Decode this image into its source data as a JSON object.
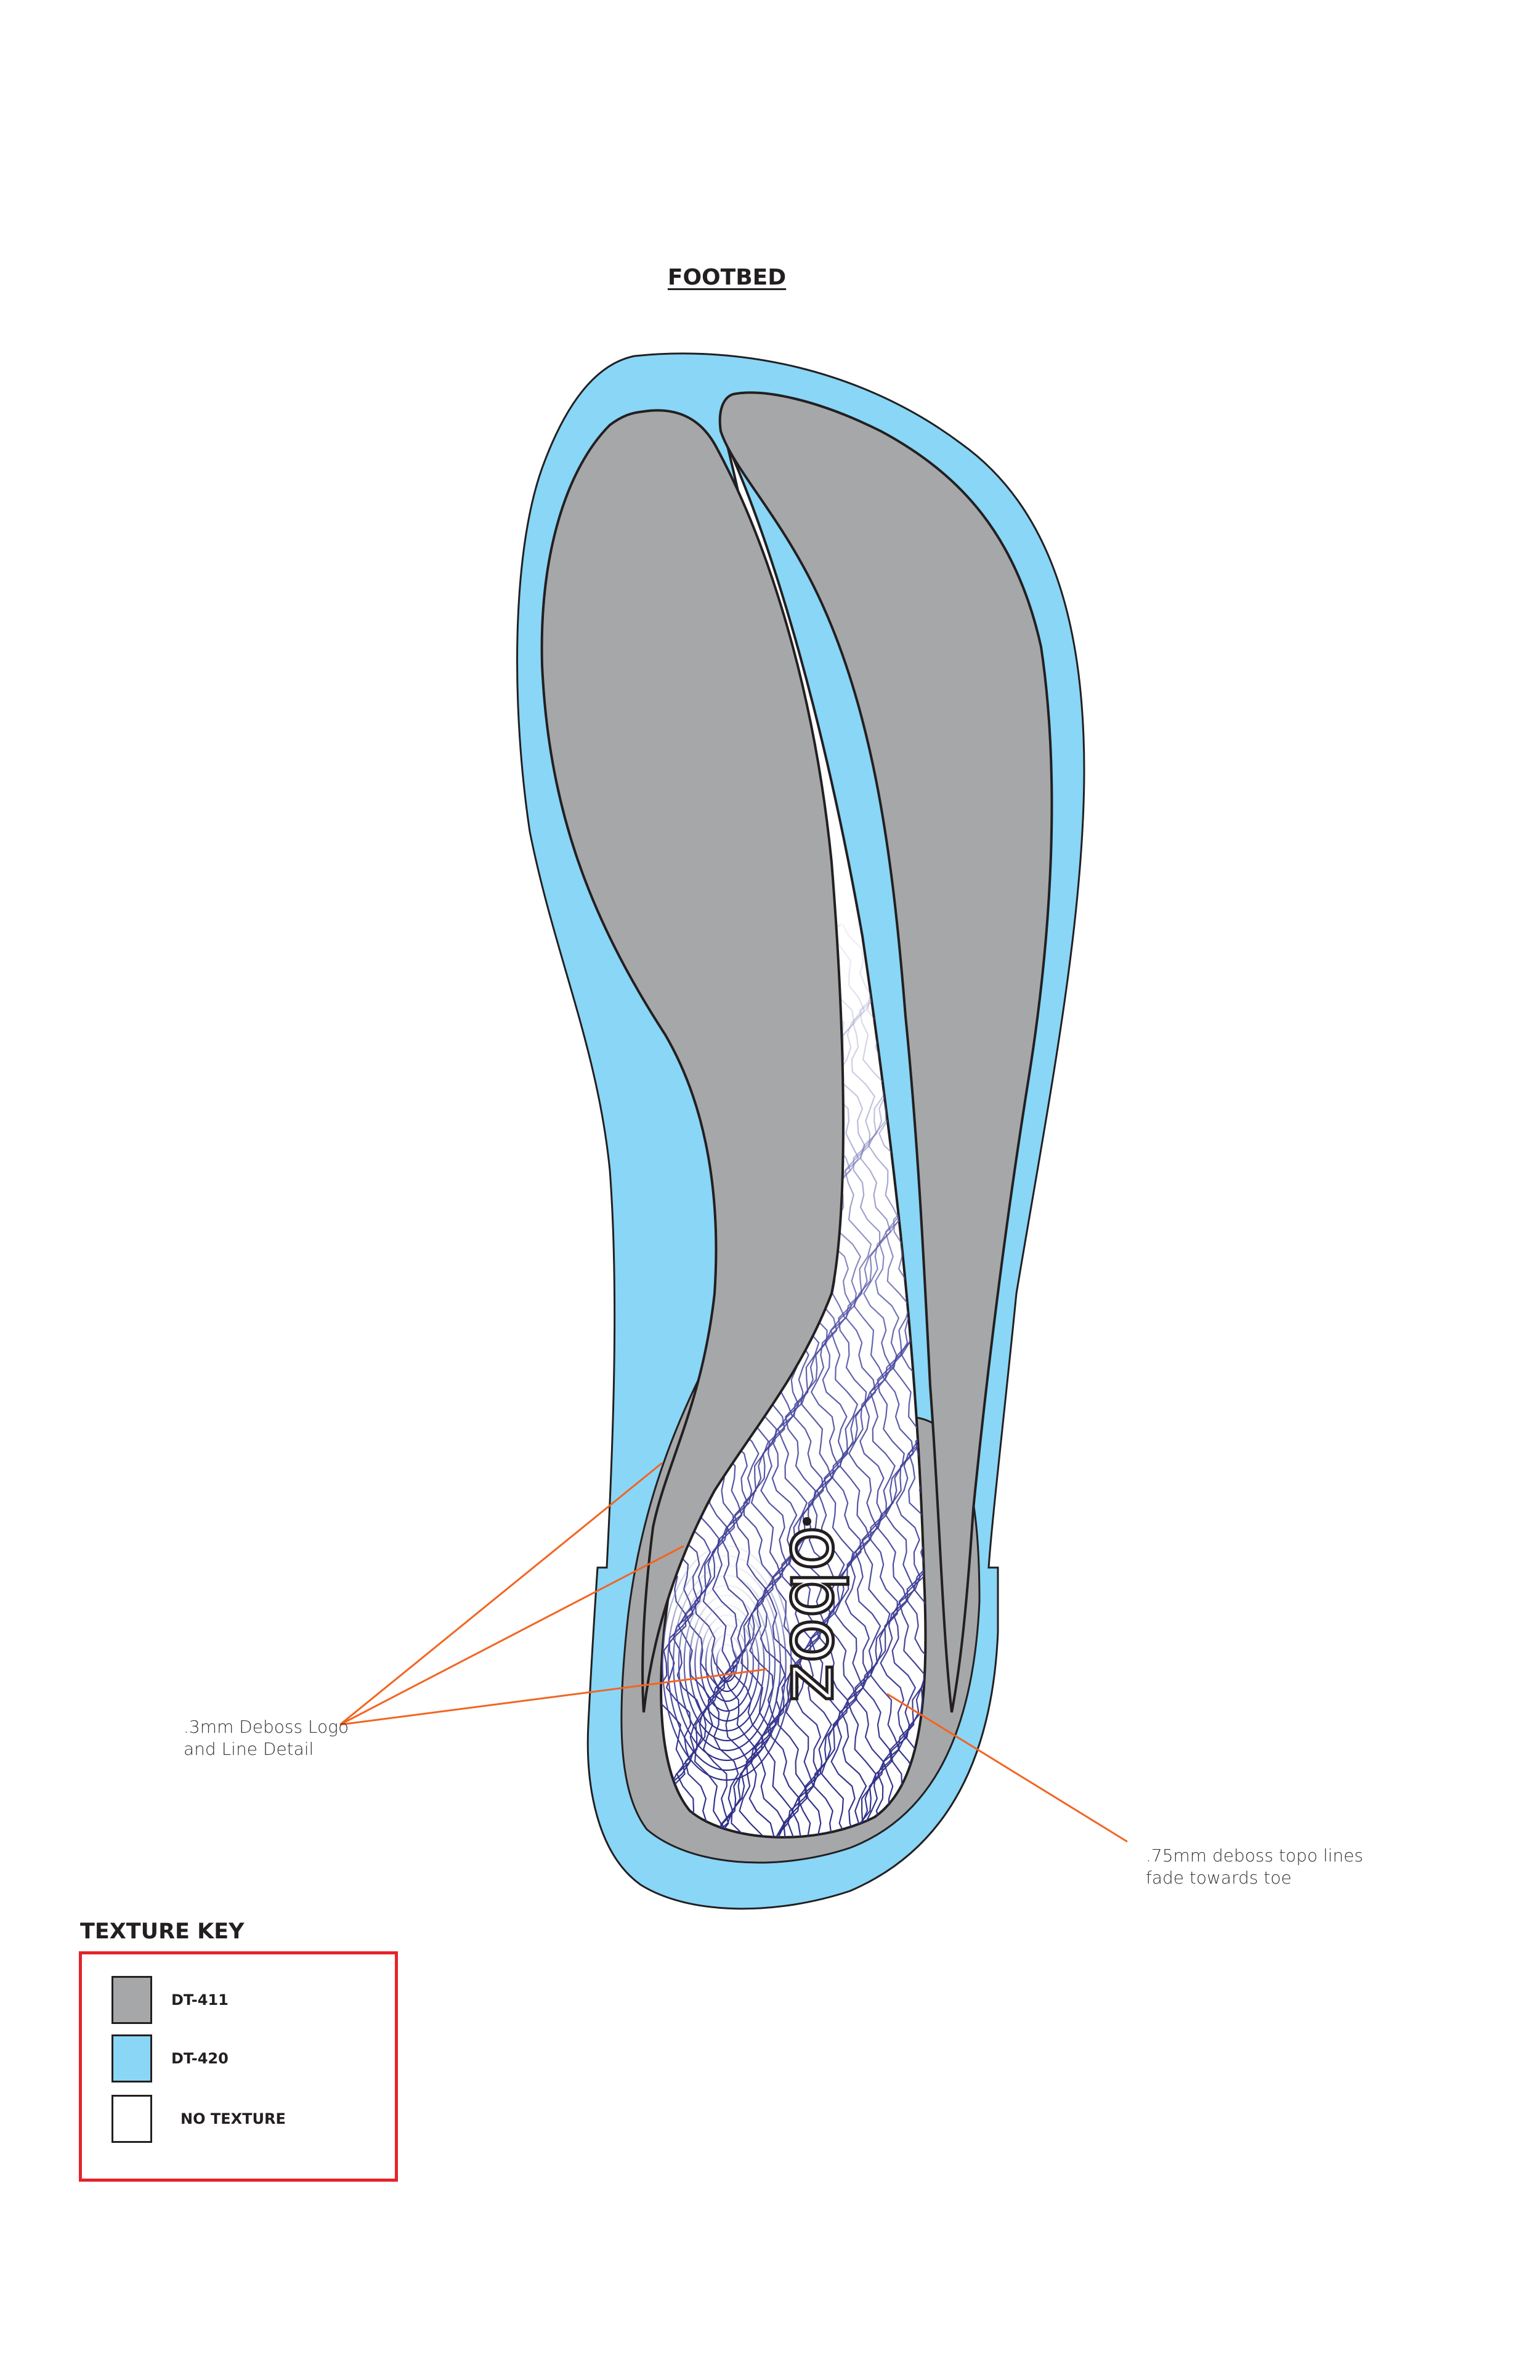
{
  "title": "FOOTBED",
  "callouts": {
    "deboss_logo": ".3mm Deboss Logo\nand Line Detail",
    "topo_lines": ".75mm deboss topo lines\nfade towards toe"
  },
  "logo_text": "oboz",
  "texture_key": {
    "title": "TEXTURE KEY",
    "items": [
      {
        "label": "DT-411",
        "color": "#a6a7a9"
      },
      {
        "label": "DT-420",
        "color": "#89d6f6"
      },
      {
        "label": "NO TEXTURE",
        "color": "#ffffff"
      }
    ]
  },
  "colors": {
    "outline": "#231f20",
    "callout_line": "#f26522",
    "topo_line": "#3a3a8c",
    "key_border": "#e5232a"
  }
}
